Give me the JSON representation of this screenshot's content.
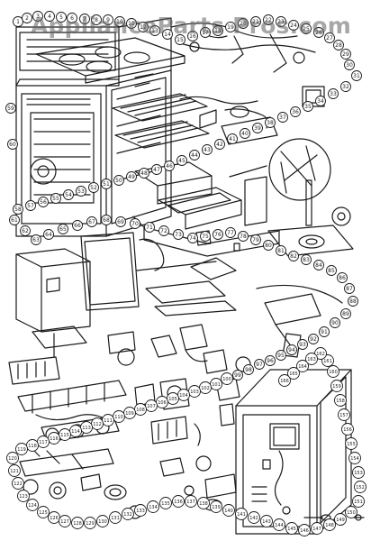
{
  "watermark": {
    "text": "ApplianceParts Pros.com"
  },
  "colors": {
    "ink": "#1a1a1a",
    "paper": "#ffffff",
    "watermark": "#8a8a8a"
  },
  "callouts": [
    "1",
    "2",
    "3",
    "4",
    "5",
    "6",
    "7",
    "8",
    "9",
    "10",
    "11",
    "12",
    "13",
    "14",
    "15",
    "16",
    "17",
    "18",
    "19",
    "20",
    "21",
    "22",
    "23",
    "24",
    "25",
    "26",
    "27",
    "28",
    "29",
    "30",
    "31",
    "32",
    "33",
    "34",
    "35",
    "36",
    "37",
    "38",
    "39",
    "40",
    "41",
    "42",
    "43",
    "44",
    "45",
    "46",
    "47",
    "48",
    "49",
    "50",
    "51",
    "52",
    "53",
    "54",
    "55",
    "56",
    "57",
    "58",
    "59",
    "60",
    "61",
    "62",
    "63",
    "64",
    "65",
    "66",
    "67",
    "68",
    "69",
    "70",
    "71",
    "72",
    "73",
    "74",
    "75",
    "76",
    "77",
    "78",
    "79",
    "80",
    "81",
    "82",
    "83",
    "84",
    "85",
    "86",
    "87",
    "88",
    "89",
    "90",
    "91",
    "92",
    "93",
    "94",
    "95",
    "96",
    "97",
    "98",
    "99",
    "100",
    "101",
    "102",
    "103",
    "104",
    "105",
    "106",
    "107",
    "108",
    "109",
    "110",
    "111",
    "112",
    "113",
    "114",
    "115",
    "116",
    "117",
    "118",
    "119",
    "120",
    "121",
    "122",
    "123",
    "124",
    "125",
    "126",
    "127",
    "128",
    "129",
    "130",
    "131",
    "132",
    "133",
    "134",
    "135",
    "136",
    "137",
    "138",
    "139",
    "140",
    "141",
    "142",
    "143",
    "144",
    "145",
    "146",
    "147",
    "148",
    "149",
    "150",
    "151",
    "152",
    "153",
    "154",
    "155",
    "156",
    "157",
    "158",
    "159",
    "160",
    "161",
    "162",
    "163",
    "164",
    "165",
    "166"
  ]
}
